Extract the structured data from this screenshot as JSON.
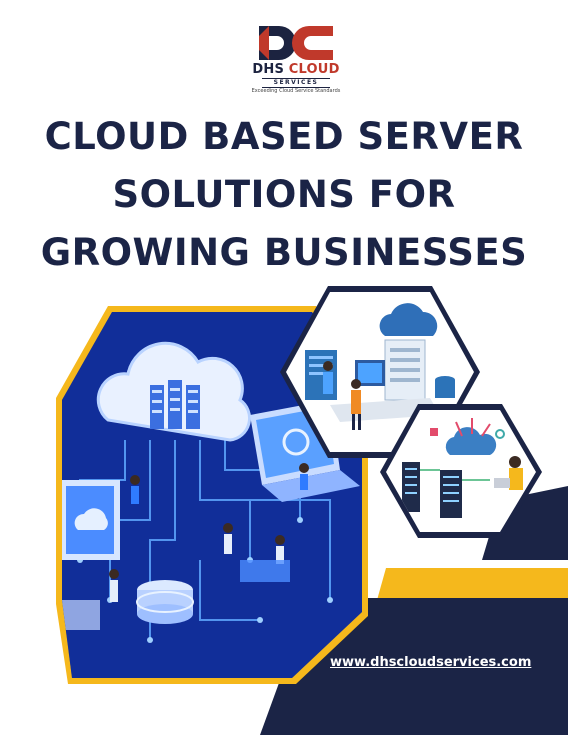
{
  "logo": {
    "name_part1": "DHS",
    "name_part2": "CLOUD",
    "sub": "SERVICES",
    "tagline": "Exceeding Cloud Service Standards"
  },
  "headline": {
    "line1": "CLOUD BASED SERVER",
    "line2": "SOLUTIONS FOR",
    "line3": "GROWING BUSINESSES"
  },
  "footer": {
    "url": "www.dhscloudservices.com"
  },
  "colors": {
    "navy": "#1b2446",
    "accent_yellow": "#f5b81c",
    "logo_red": "#c0392b"
  }
}
